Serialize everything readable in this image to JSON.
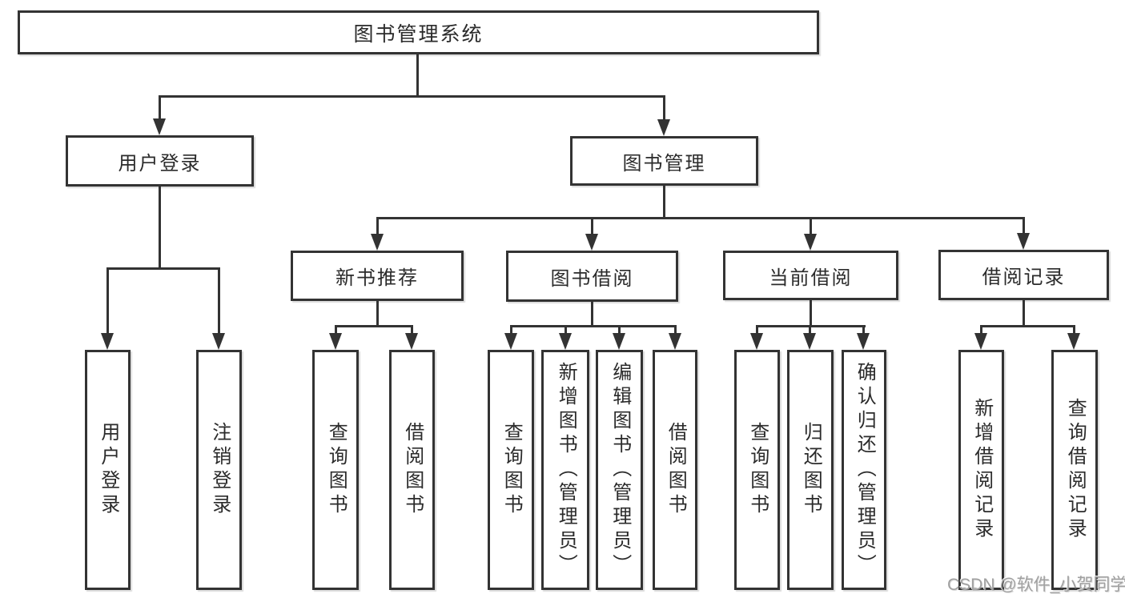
{
  "diagram": {
    "root": {
      "label": "图书管理系统"
    },
    "level2": [
      {
        "label": "用户登录"
      },
      {
        "label": "图书管理"
      }
    ],
    "level3": [
      {
        "label": "新书推荐"
      },
      {
        "label": "图书借阅"
      },
      {
        "label": "当前借阅"
      },
      {
        "label": "借阅记录"
      }
    ],
    "leaves": [
      {
        "label": "用户登录"
      },
      {
        "label": "注销登录"
      },
      {
        "label": "查询图书"
      },
      {
        "label": "借阅图书"
      },
      {
        "label": "查询图书"
      },
      {
        "label": "新增图书（管理员）"
      },
      {
        "label": "编辑图书（管理员）"
      },
      {
        "label": "借阅图书"
      },
      {
        "label": "查询图书"
      },
      {
        "label": "归还图书"
      },
      {
        "label": "确认归还（管理员）"
      },
      {
        "label": "新增借阅记录"
      },
      {
        "label": "查询借阅记录"
      }
    ],
    "watermark": "CSDN @软件_小贺同学",
    "colors": {
      "line": "#333333",
      "text": "#2b2b2b",
      "background": "#ffffff",
      "watermark": "#a0a0a0"
    }
  }
}
